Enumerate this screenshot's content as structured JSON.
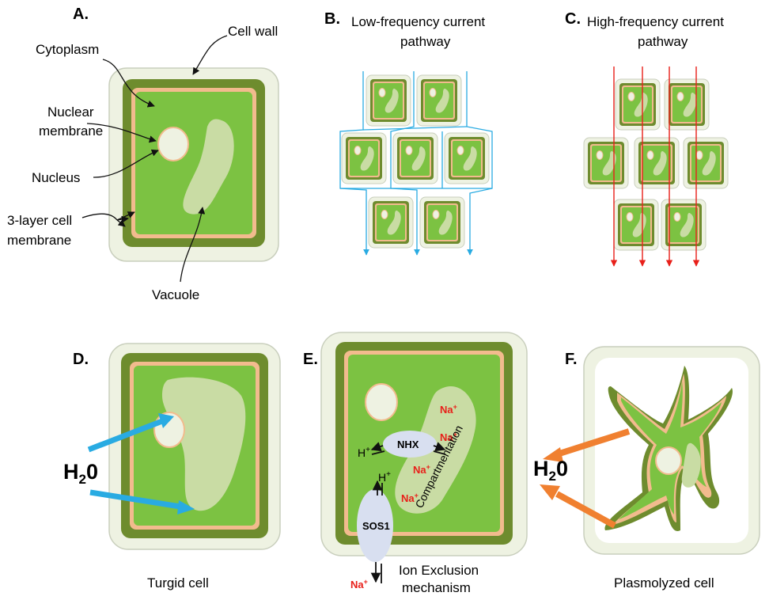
{
  "panels": {
    "a": "A.",
    "b": "B.",
    "c": "C.",
    "d": "D.",
    "e": "E.",
    "f": "F."
  },
  "panel_a": {
    "labels": {
      "cell_wall": "Cell wall",
      "cytoplasm": "Cytoplasm",
      "nuclear_membrane_1": "Nuclear",
      "nuclear_membrane_2": "membrane",
      "nucleus": "Nucleus",
      "cell_membrane_1": "3-layer cell",
      "cell_membrane_2": "membrane",
      "vacuole": "Vacuole"
    }
  },
  "panel_b": {
    "title_1": "Low-frequency current",
    "title_2": "pathway",
    "path_color": "#29abe2"
  },
  "panel_c": {
    "title_1": "High-frequency current",
    "title_2": "pathway",
    "path_color": "#e8201a"
  },
  "panel_d": {
    "water": "H",
    "water_sub": "2",
    "water_end": "0",
    "caption": "Turgid cell",
    "arrow_color": "#29abe2"
  },
  "panel_e": {
    "nhx": "NHX",
    "sos1": "SOS1",
    "h_left": "H",
    "h_left_sup": "+",
    "h_top": "H",
    "h_top_sup": "+",
    "na": "Na",
    "na_sup": "+",
    "compartmentation": "Compartmentation",
    "caption_1": "Ion Exclusion",
    "caption_2": "mechanism",
    "ion_color": "#e8201a"
  },
  "panel_f": {
    "water": "H",
    "water_sub": "2",
    "water_end": "0",
    "caption": "Plasmolyzed cell",
    "arrow_color": "#f08030"
  },
  "colors": {
    "wall": "#eef2e2",
    "wall_stroke": "#c9cfbd",
    "membrane_dark": "#6e8c2e",
    "membrane_light": "#f2bb8e",
    "cytoplasm": "#7cc242",
    "vacuole": "#c9dca4",
    "nucleus": "#eef2e2"
  }
}
